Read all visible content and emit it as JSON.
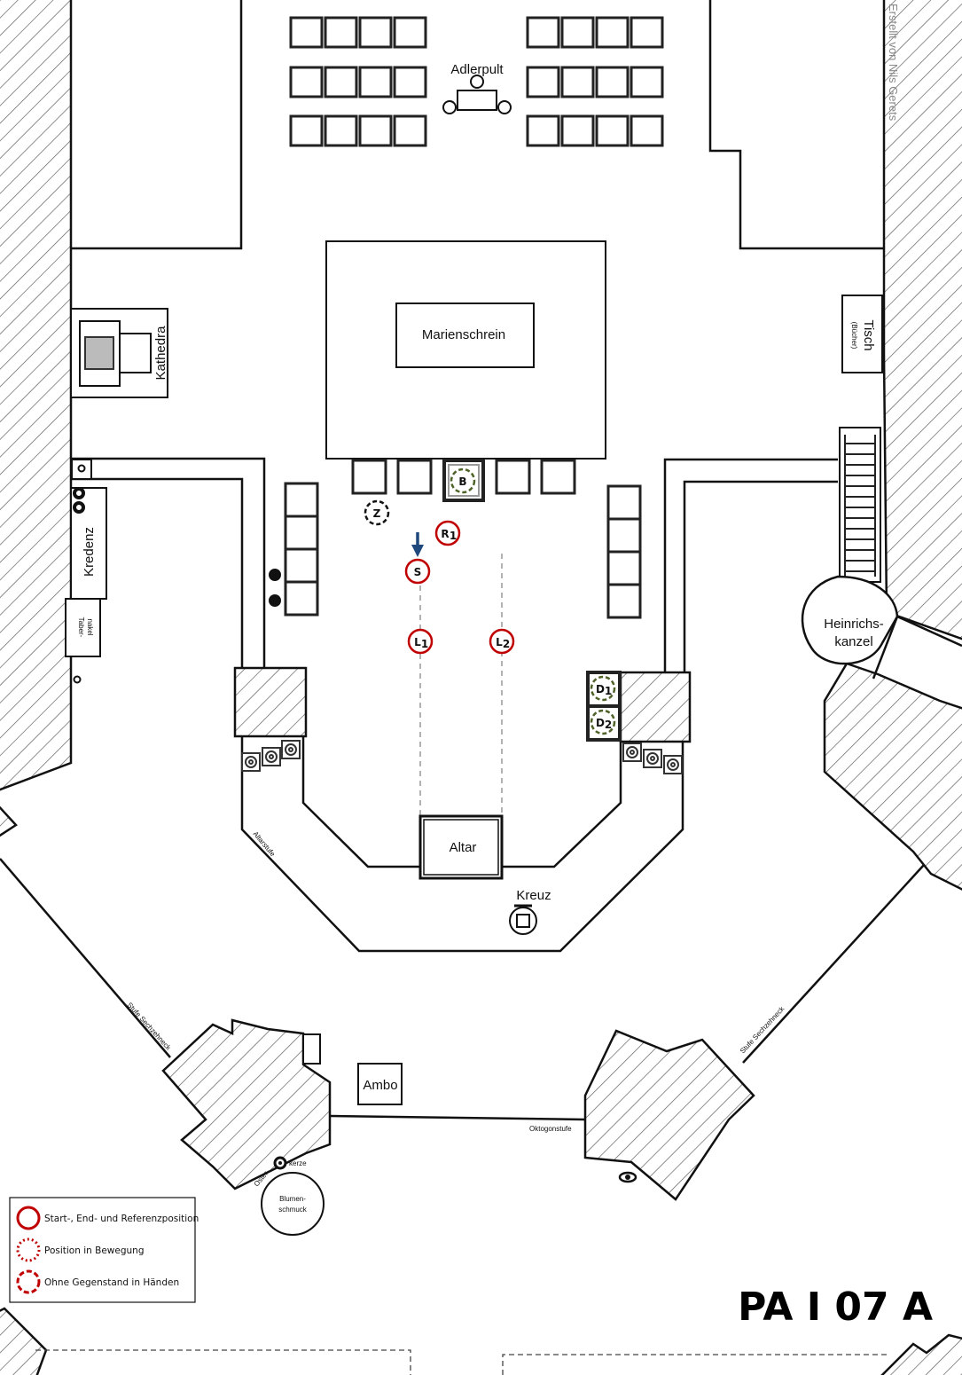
{
  "title": "PA I 07 A",
  "credit": "Erstellt von Nils Gerets",
  "colors": {
    "position_red": "#c00000",
    "object_green": "#4f6228",
    "arrow_blue": "#1f497d",
    "line": "#111111"
  },
  "labels": {
    "adlerpult": "Adlerpult",
    "marienschrein": "Marienschrein",
    "kathedra": "Kathedra",
    "tisch": "Tisch",
    "tisch_sub": "(Bücher)",
    "kredenz": "Kredenz",
    "tabernakel_1": "Taber-",
    "tabernakel_2": "nakel",
    "heinrichskanzel_1": "Heinrichs-",
    "heinrichskanzel_2": "kanzel",
    "altar": "Altar",
    "kreuz": "Kreuz",
    "altarstufe": "Altarstufe",
    "stufe_left": "Stufe Sechzehneck",
    "stufe_right": "Stufe Sechzehneck",
    "oktogonstufe": "Oktogonstufe",
    "ambo": "Ambo",
    "osterkerze_1": "Oster-",
    "osterkerze_2": "kerze",
    "blumenschmuck_1": "Blumen-",
    "blumenschmuck_2": "schmuck"
  },
  "markers": {
    "z": "Z",
    "r1": "R",
    "r1_sub": "1",
    "s": "S",
    "l1": "L",
    "l1_sub": "1",
    "l2": "L",
    "l2_sub": "2",
    "b": "B",
    "d1": "D",
    "d1_sub": "1",
    "d2": "D",
    "d2_sub": "2"
  },
  "legend": [
    {
      "style": "solid",
      "label": "Start-, End- und Referenzposition"
    },
    {
      "style": "dotted",
      "label": "Position in Bewegung"
    },
    {
      "style": "dashed",
      "label": "Ohne Gegenstand in Händen"
    }
  ]
}
